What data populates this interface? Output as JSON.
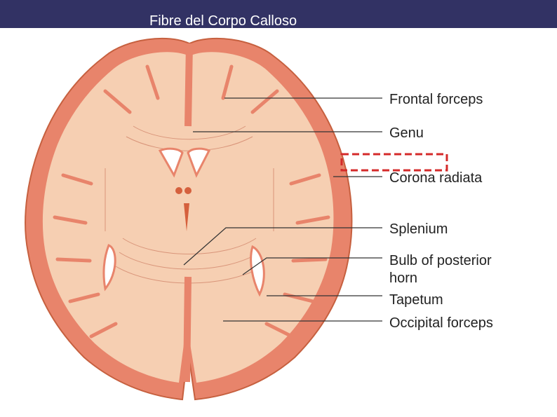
{
  "slide": {
    "title": "Fibre del Corpo Calloso"
  },
  "labels": {
    "frontal_forceps": "Frontal forceps",
    "genu": "Genu",
    "corona_radiata": "Corona radiata",
    "splenium": "Splenium",
    "bulb_line1": "Bulb of posterior",
    "bulb_line2": "horn",
    "tapetum": "Tapetum",
    "occipital_forceps": "Occipital forceps"
  },
  "colors": {
    "title_bar": "#323264",
    "cortex_outer": "#e8846b",
    "white_matter": "#f6cfb2",
    "highlight_box": "#d42a2a",
    "leader_line": "#333333"
  }
}
